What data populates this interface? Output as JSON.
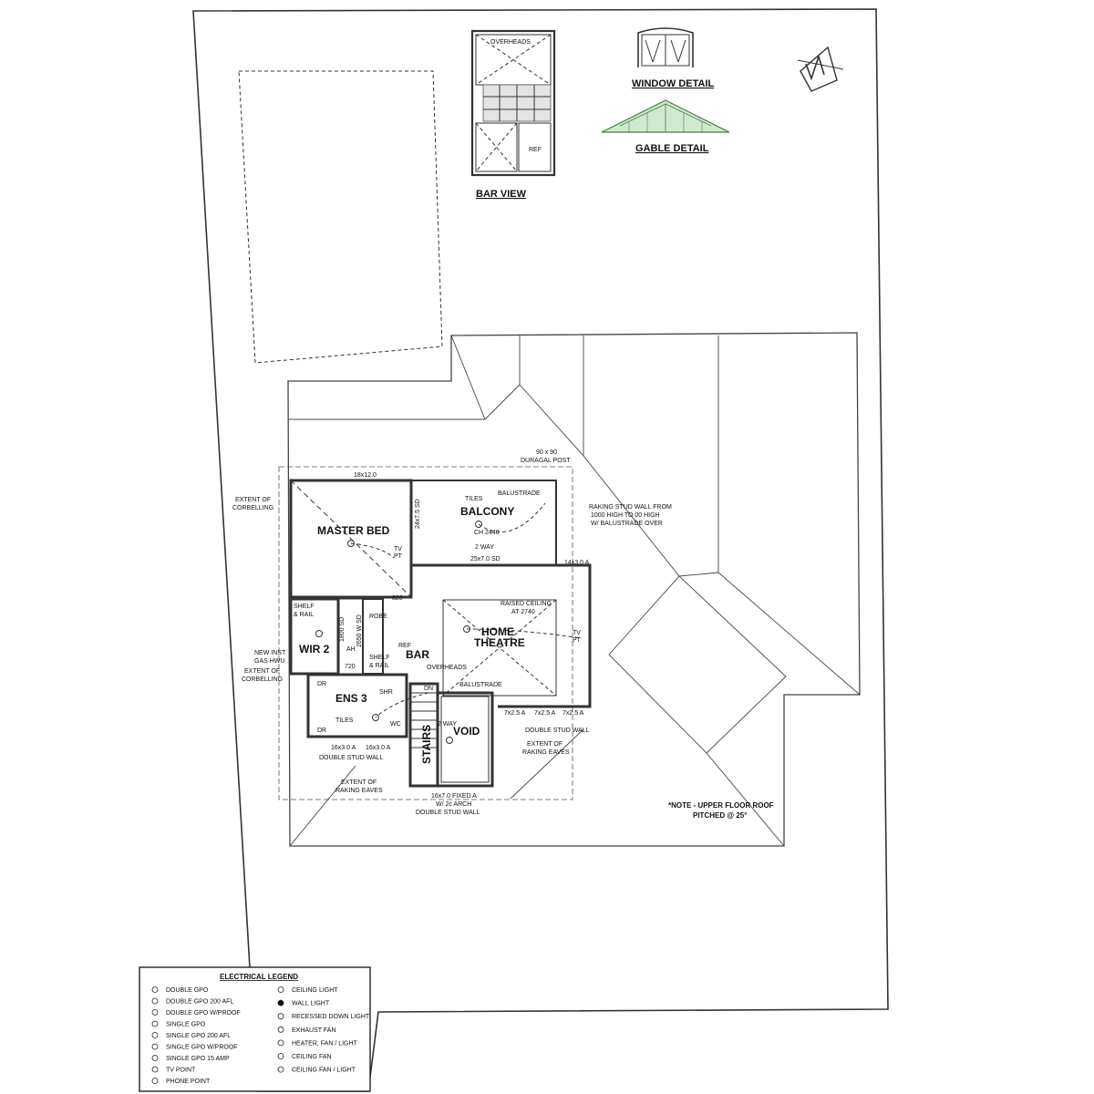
{
  "bar_view": {
    "title": "BAR VIEW",
    "overheads": "OVERHEADS",
    "ref": "REF"
  },
  "window_detail": {
    "title": "WINDOW DETAIL"
  },
  "gable_detail": {
    "title": "GABLE DETAIL"
  },
  "rooms": {
    "master_bed": "MASTER BED",
    "balcony": "BALCONY",
    "home_theatre_1": "HOME",
    "home_theatre_2": "THEATRE",
    "wir2": "WIR 2",
    "ens3": "ENS 3",
    "bar": "BAR",
    "stairs": "STAIRS",
    "void": "VOID"
  },
  "labels": {
    "win_18x12": "18x12.0",
    "duragal_1": "90 x 90",
    "duragal_2": "DURAGAL POST",
    "tiles_balcony": "TILES",
    "balustrade_top": "BALUSTRADE",
    "ch2440": "CH 2440",
    "two_way": "2 WAY",
    "sd_25x7": "25x7.0 SD",
    "sd_vert": "24x7.5 SD",
    "tv_pt": "TV",
    "tv_pt2": "PT",
    "raking_1": "RAKING STUD WALL FROM",
    "raking_2": "1000 HIGH TO 00 HIGH",
    "raking_3": "W/ BALUSTRADE OVER",
    "corbel_1": "EXTENT OF",
    "corbel_2": "CORBELLING",
    "w14x3": "14x3.0 A",
    "raised_1": "RAISED CEILING",
    "raised_2": "AT 2740",
    "d820": "820",
    "shelf_rail": "SHELF",
    "shelf_rail2": "& RAIL",
    "robe": "ROBE",
    "ah": "AH",
    "d720": "720",
    "sd_2650": "2650 W SD",
    "sd_1800": "1800 SD",
    "gas_1": "NEW INST",
    "gas_2": "GAS HWU",
    "ref": "REF",
    "overheads": "OVERHEADS",
    "balustrade_mid": "BALUSTRADE",
    "dn": "DN",
    "shr": "SHR",
    "tiles_ens": "TILES",
    "wc": "WC",
    "w16x3a": "16x3.0 A",
    "w16x3b": "16x3.0 A",
    "dbl_stud_1": "DOUBLE STUD WALL",
    "dbl_stud_2": "DOUBLE STUD WALL",
    "dbl_stud_3": "DOUBLE STUD WALL",
    "w7x25a": "7x2.5 A",
    "w7x25b": "7x2.5 A",
    "w7x25c": "7x2.5 A",
    "eaves_1": "EXTENT OF",
    "eaves_2": "RAKING EAVES",
    "eaves_3": "EXTENT OF",
    "eaves_4": "RAKING EAVES",
    "arch_1": "16x7.0 FIXED A",
    "arch_2": "W/ 2c ARCH",
    "two_way_2": "2 WAY",
    "dr": "DR"
  },
  "note": {
    "line1": "*NOTE - UPPER FLOOR ROOF",
    "line2": "PITCHED @ 25°"
  },
  "legend": {
    "title": "ELECTRICAL LEGEND",
    "title_color": "#d01010",
    "left": [
      "DOUBLE GPO",
      "DOUBLE GPO 200 AFL",
      "DOUBLE GPO W/PROOF",
      "SINGLE GPO",
      "SINGLE GPO 200 AFL",
      "SINGLE GPO W/PROOF",
      "SINGLE GPO 15 AMP",
      "TV POINT",
      "PHONE POINT"
    ],
    "right": [
      "CEILING LIGHT",
      "WALL LIGHT",
      "RECESSED DOWN LIGHT",
      "EXHAUST FAN",
      "HEATER, FAN / LIGHT",
      "CEILING FAN",
      "CEILING FAN / LIGHT"
    ]
  }
}
